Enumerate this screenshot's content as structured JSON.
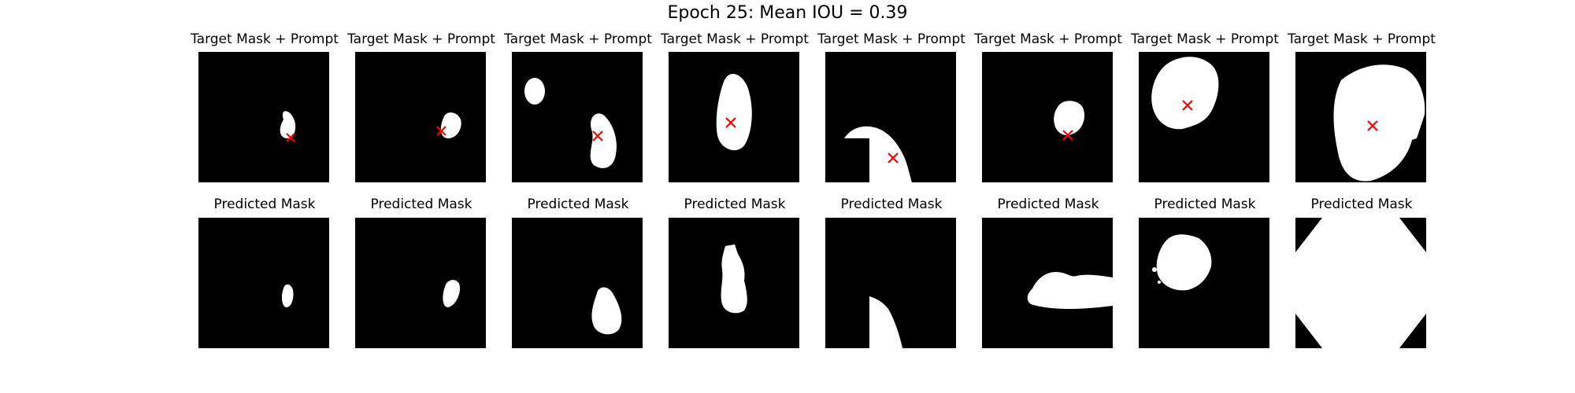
{
  "title": "Epoch 25: Mean IOU = 0.39",
  "target_label": "Target Mask + Prompt",
  "pred_label": "Predicted Mask",
  "colors": {
    "background": "#000000",
    "mask": "#ffffff",
    "prompt_marker": "#ff0000"
  }
}
